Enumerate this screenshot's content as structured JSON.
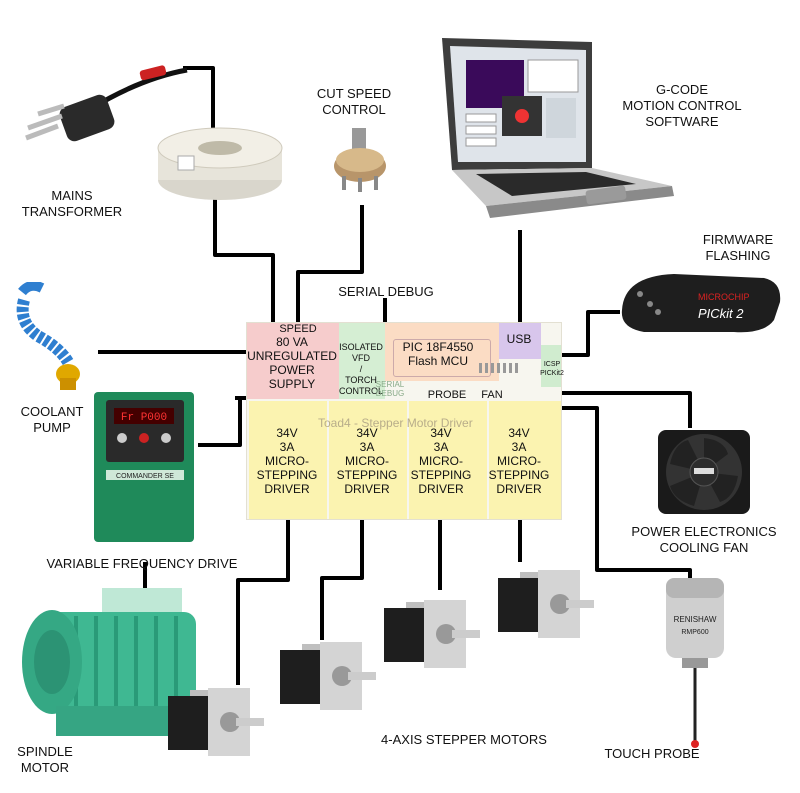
{
  "labels": {
    "mains_transformer": [
      "MAINS",
      "TRANSFORMER"
    ],
    "cut_speed": [
      "CUT SPEED",
      "CONTROL"
    ],
    "gcode": [
      "G-CODE",
      "MOTION CONTROL",
      "SOFTWARE"
    ],
    "firmware": [
      "FIRMWARE",
      "FLASHING"
    ],
    "serial_debug": "SERIAL DEBUG",
    "coolant": [
      "COOLANT",
      "PUMP"
    ],
    "vfd": "VARIABLE FREQUENCY DRIVE",
    "fan": [
      "POWER ELECTRONICS",
      "COOLING FAN"
    ],
    "spindle": [
      "SPINDLE",
      "MOTOR"
    ],
    "steppers": "4-AXIS STEPPER MOTORS",
    "touch_probe": "TOUCH PROBE"
  },
  "board": {
    "speed": "SPEED",
    "power": [
      "80 VA",
      "UNREGULATED",
      "POWER SUPPLY"
    ],
    "isolated": [
      "ISOLATED",
      "VFD",
      "/",
      "TORCH",
      "CONTROL"
    ],
    "mcu": [
      "PIC 18F4550",
      "Flash MCU"
    ],
    "usb": "USB",
    "icsp": [
      "ICSP",
      "PICKit2"
    ],
    "serial": [
      "SERIAL",
      "DEBUG"
    ],
    "probe": "PROBE",
    "fan": "FAN",
    "silkscreen": "Toad4 - Stepper Motor Driver",
    "driver": [
      "34V",
      "3A",
      "MICRO-",
      "STEPPING",
      "DRIVER"
    ]
  },
  "devices": {
    "vfd_display": "Fr P000",
    "vfd_brand": "COMMANDER SE",
    "pickit_brand": "MICROCHIP",
    "pickit_name": "PICkit 2",
    "probe_brand": "RENISHAW",
    "probe_model": "RMP600"
  },
  "colors": {
    "power": "#f6cccc",
    "isolated": "#d5eed3",
    "mcu": "#fbdcc4",
    "usb": "#d8c6ec",
    "icsp": "#d0eccf",
    "driver": "#fbf3b0",
    "wire": "#000000"
  }
}
